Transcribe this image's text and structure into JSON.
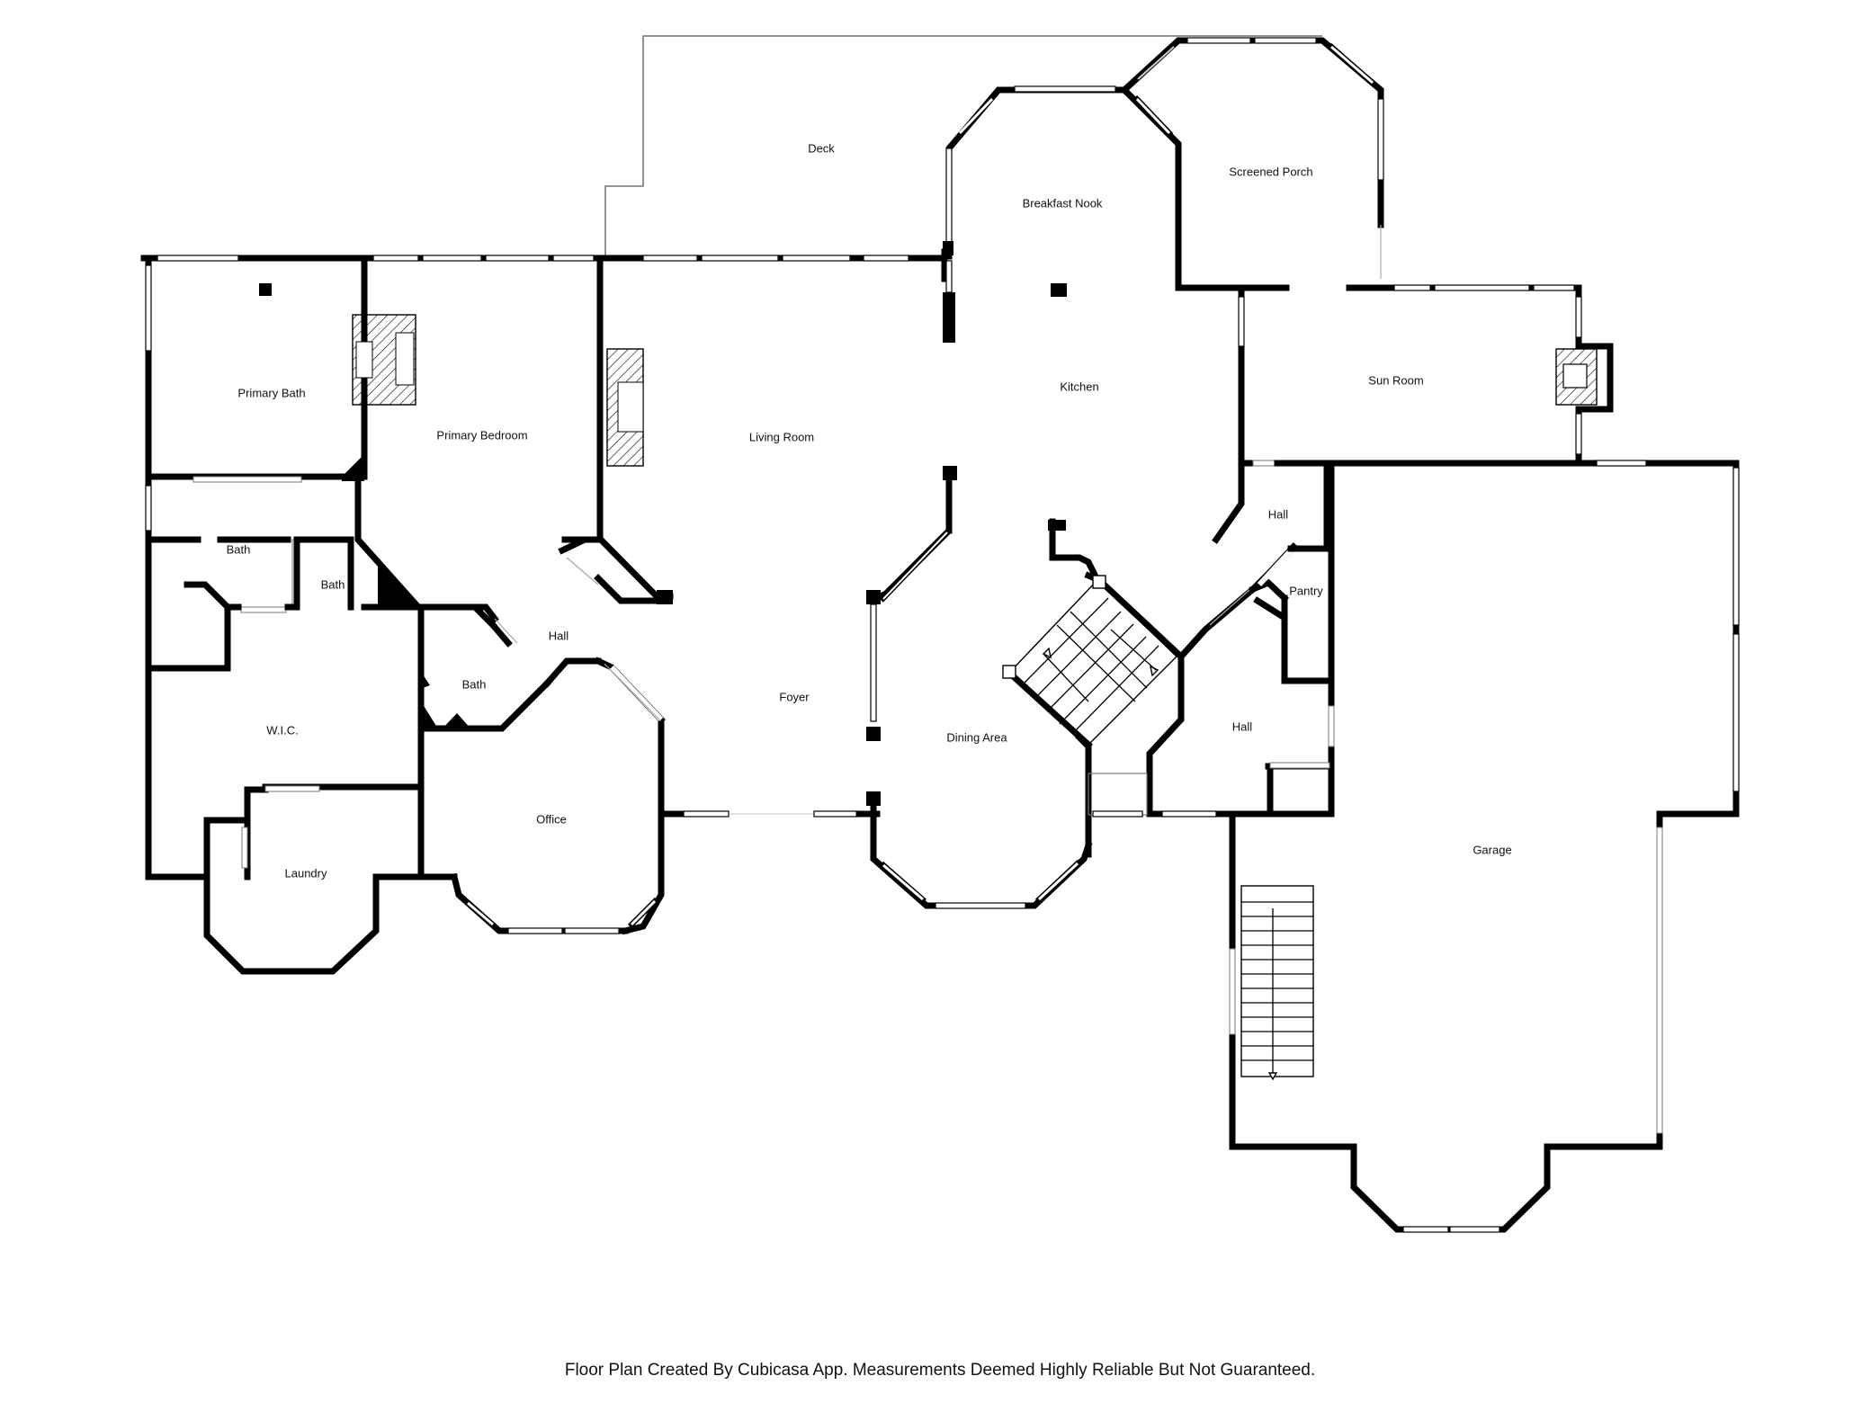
{
  "rooms": {
    "deck": "Deck",
    "breakfast_nook": "Breakfast Nook",
    "screened_porch": "Screened Porch",
    "primary_bath": "Primary Bath",
    "primary_bedroom": "Primary Bedroom",
    "living_room": "Living Room",
    "kitchen": "Kitchen",
    "sun_room": "Sun Room",
    "hall_right_top": "Hall",
    "pantry": "Pantry",
    "bath_left": "Bath",
    "bath_small": "Bath",
    "hall_center": "Hall",
    "bath_center": "Bath",
    "wic": "W.I.C.",
    "foyer": "Foyer",
    "hall_right": "Hall",
    "dining_area": "Dining Area",
    "office": "Office",
    "laundry": "Laundry",
    "garage": "Garage"
  },
  "footer": "Floor Plan Created By Cubicasa App. Measurements Deemed Highly Reliable But Not Guaranteed."
}
